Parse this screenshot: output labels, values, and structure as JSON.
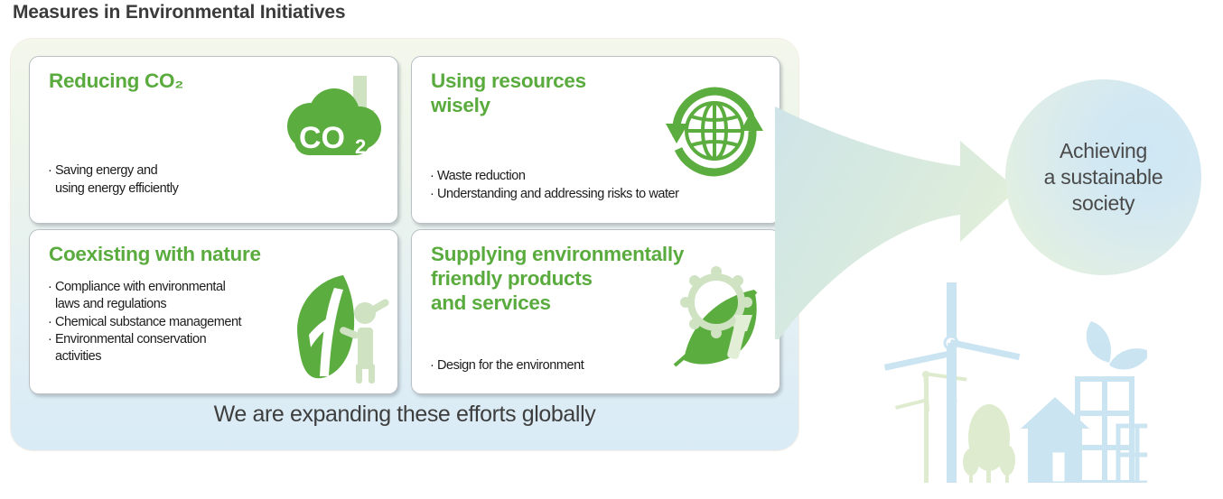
{
  "page": {
    "title": "Measures in Environmental Initiatives"
  },
  "panel": {
    "footer_caption": "We are expanding these efforts globally",
    "cards": [
      {
        "id": "co2",
        "title": "Reducing CO₂",
        "icon": "co2-cloud-icon",
        "bullets": [
          "· Saving energy and\n   using energy efficiently"
        ]
      },
      {
        "id": "res",
        "title": "Using resources\nwisely",
        "icon": "globe-recycle-icon",
        "bullets": [
          "· Waste reduction",
          "· Understanding and addressing risks to water"
        ]
      },
      {
        "id": "nat",
        "title": "Coexisting with nature",
        "icon": "leaf-person-icon",
        "bullets": [
          "· Compliance with environmental\n   laws and regulations",
          "· Chemical substance management",
          "· Environmental conservation\n   activities"
        ]
      },
      {
        "id": "sup",
        "title": "Supplying environmentally\nfriendly products\nand services",
        "icon": "gear-leaf-icon",
        "bullets": [
          "· Design for the environment"
        ]
      }
    ]
  },
  "goal": {
    "text": "Achieving\na sustainable\nsociety",
    "icon": "goal-circle"
  },
  "arrow": {
    "icon": "curved-right-arrow"
  },
  "scenery": {
    "icon": "sustainable-city-illustration"
  },
  "colors": {
    "card_title_green": "#5aab3e",
    "icon_green": "#5dad3f",
    "icon_light_green": "#c9ddb4",
    "panel_top": "#f3f7ec",
    "panel_bottom": "#d9ebf6",
    "circle_blue": "#cfe7f5",
    "circle_green": "#e6f2dd",
    "arrow_fill": "#d7e9e4",
    "scenery_blue": "#c5e3f2",
    "scenery_green": "#d8e8c4",
    "body_text": "#1c1c1c",
    "heading_text": "#3b3b3b"
  }
}
